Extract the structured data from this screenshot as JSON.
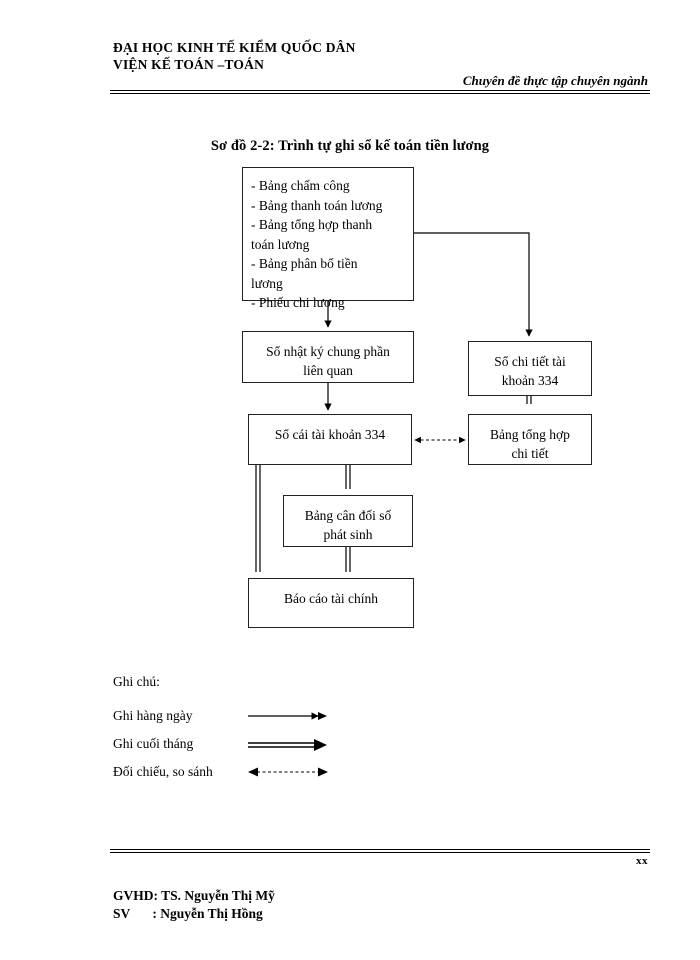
{
  "header": {
    "university": "ĐẠI HỌC KINH TẾ KIỂM QUỐC DÂN",
    "faculty": "VIỆN KẾ TOÁN –TOÁN",
    "topic": "Chuyên đề thực tập chuyên ngành"
  },
  "diagram": {
    "title": "Sơ đồ 2-2: Trình tự ghi sổ kế toán tiền lương",
    "boxes": {
      "documents": {
        "lines": [
          "- Bảng chấm công",
          "- Bảng thanh toán lương",
          "- Bảng tổng hợp thanh",
          "toán lương",
          "- Bảng phân bổ tiền",
          "lương",
          "- Phiếu chi lương"
        ]
      },
      "journal": {
        "line1": "Sổ nhật ký chung phần",
        "line2": "liên quan"
      },
      "detail_book": {
        "line1": "Sổ chi tiết tài",
        "line2": "khoản 334"
      },
      "ledger": {
        "line1": "Sổ cái tài khoản  334",
        "line2": ""
      },
      "detail_summary": {
        "line1": "Bảng tổng hợp",
        "line2": "chi tiết"
      },
      "trial_balance": {
        "line1": "Bảng cân đối số",
        "line2": "phát sinh"
      },
      "financial_report": {
        "line1": "Báo cáo tài chính",
        "line2": ""
      }
    }
  },
  "legend": {
    "title": "Ghi chú:",
    "items": [
      {
        "label": "Ghi hàng ngày",
        "arrow": "single-arrow-icon"
      },
      {
        "label": "Ghi cuối tháng",
        "arrow": "double-arrow-icon"
      },
      {
        "label": "Đối chiếu, so sánh",
        "arrow": "dashed-bidirectional-arrow-icon"
      }
    ]
  },
  "footer": {
    "page_number": "xx",
    "advisor_label": "GVHD:",
    "advisor_name": "TS. Nguyễn Thị Mỹ",
    "student_label": "SV",
    "student_colon": ":",
    "student_name": "Nguyễn Thị Hồng"
  }
}
